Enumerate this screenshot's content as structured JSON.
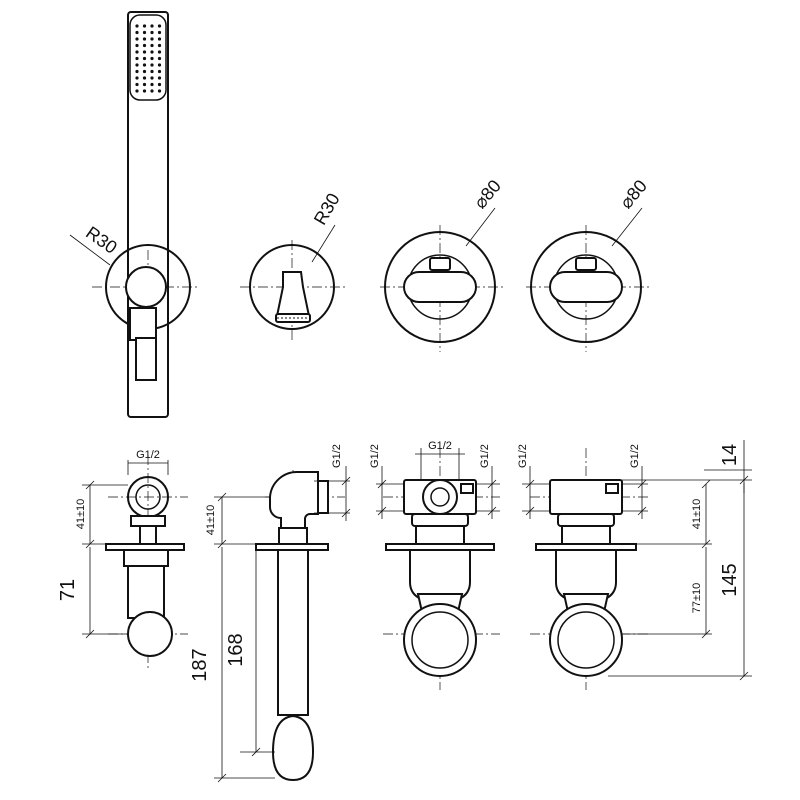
{
  "radius_labels": {
    "handshower_holder": "R30",
    "spout_rosette": "R30"
  },
  "diameter_labels": {
    "mixer_left": "⌀80",
    "mixer_right": "⌀80"
  },
  "thread_labels": {
    "holder_top": "G1/2",
    "spout_side": "G1/2",
    "mixer_left_top": "G1/2",
    "mixer_left_side_a": "G1/2",
    "mixer_left_side_b": "G1/2",
    "mixer_right_side_a": "G1/2",
    "mixer_right_side_b": "G1/2"
  },
  "dimensions": {
    "holder_depth": "41±10",
    "holder_height": "71",
    "spout_depth": "41±10",
    "spout_total": "187",
    "spout_inner": "168",
    "mixer_depth": "41±10",
    "mixer_offset": "77±10",
    "mixer_top": "14",
    "mixer_total": "145"
  }
}
